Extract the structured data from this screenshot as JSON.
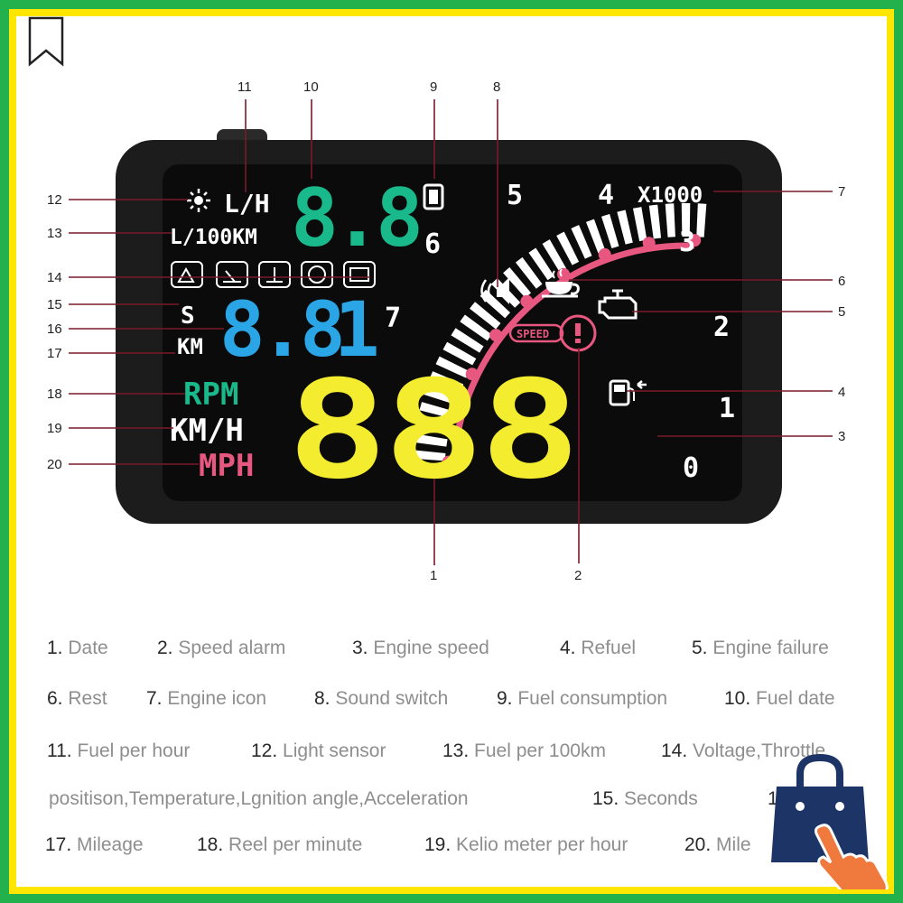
{
  "callouts": [
    "1",
    "2",
    "3",
    "4",
    "5",
    "6",
    "7",
    "8",
    "9",
    "10",
    "11",
    "12",
    "13",
    "14",
    "15",
    "16",
    "17",
    "18",
    "19",
    "20"
  ],
  "display": {
    "fuel_unit_lh": "L/H",
    "fuel_unit_l100": "L/100KM",
    "fuel_digits": "8.8",
    "trip_digits": "8.8",
    "trip_prefix": "1",
    "s_label": "S",
    "km_label": "KM",
    "rpm_label": "RPM",
    "kmh_label": "KM/H",
    "mph_label": "MPH",
    "main_digits": "888",
    "x1000": "X1000",
    "speed_badge": "SPEED",
    "dial_numbers": [
      "0",
      "1",
      "2",
      "3",
      "4",
      "5",
      "6",
      "7"
    ],
    "colors": {
      "green": "#19b98c",
      "blue": "#2aa5e6",
      "yellow": "#f4ec2e",
      "pink": "#e8577f",
      "white": "#ffffff",
      "bezel": "#1a1a1a",
      "screen": "#0c0c0c"
    }
  },
  "legend": [
    {
      "num": "1.",
      "text": "Date"
    },
    {
      "num": "2.",
      "text": "Speed alarm"
    },
    {
      "num": "3.",
      "text": "Engine speed"
    },
    {
      "num": "4.",
      "text": "Refuel"
    },
    {
      "num": "5.",
      "text": "Engine failure"
    },
    {
      "num": "6.",
      "text": "Rest"
    },
    {
      "num": "7.",
      "text": "Engine icon"
    },
    {
      "num": "8.",
      "text": "Sound switch"
    },
    {
      "num": "9.",
      "text": "Fuel consumption"
    },
    {
      "num": "10.",
      "text": "Fuel date"
    },
    {
      "num": "11.",
      "text": "Fuel per hour"
    },
    {
      "num": "12.",
      "text": "Light sensor"
    },
    {
      "num": "13.",
      "text": "Fuel per 100km"
    },
    {
      "num": "14.",
      "text": "Voltage,Throttle"
    },
    {
      "num": "",
      "text": "positison,Temperature,Lgnition angle,Acceleration"
    },
    {
      "num": "15.",
      "text": "Seconds"
    },
    {
      "num": "1",
      "text": ""
    },
    {
      "num": "17.",
      "text": "Mileage"
    },
    {
      "num": "18.",
      "text": "Reel per minute"
    },
    {
      "num": "19.",
      "text": "Kelio meter per hour"
    },
    {
      "num": "20.",
      "text": "Mile"
    }
  ],
  "icons": [
    "bookmark-icon",
    "sun-icon",
    "fuel-gauge-icon",
    "speaker-icon",
    "coffee-cup-icon",
    "engine-icon",
    "fuel-pump-icon",
    "warning-icon",
    "shopping-bag-icon",
    "pointing-hand-icon"
  ]
}
